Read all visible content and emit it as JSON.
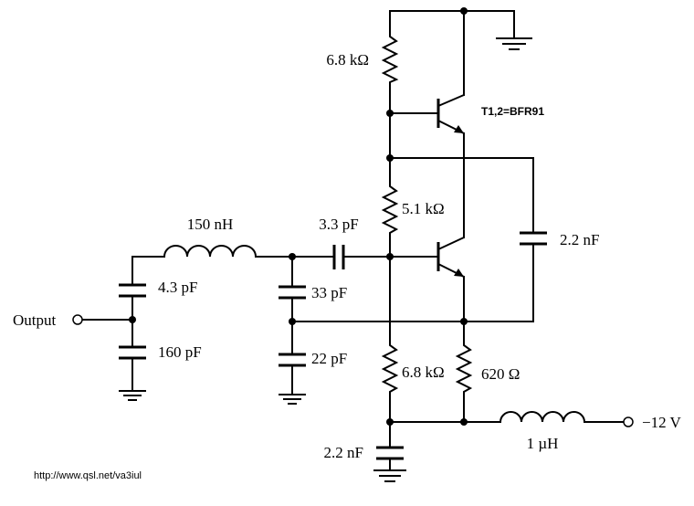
{
  "components": {
    "r_top_bias": "6.8 kΩ",
    "r_feedback": "5.1 kΩ",
    "r_bottom_bias": "6.8 kΩ",
    "r_emitter": "620 Ω",
    "l_series": "150 nH",
    "l_choke": "1 µH",
    "c_coupling": "3.3 pF",
    "c_shunt_upper": "33 pF",
    "c_shunt_lower": "22 pF",
    "c_out_upper": "4.3 pF",
    "c_out_lower": "160 pF",
    "c_feedback": "2.2 nF",
    "c_decouple": "2.2 nF"
  },
  "transistors": {
    "label": "T1,2=BFR91"
  },
  "terminals": {
    "output": "Output",
    "supply": "−12 V"
  },
  "footer": {
    "url": "http://www.qsl.net/va3iul"
  }
}
